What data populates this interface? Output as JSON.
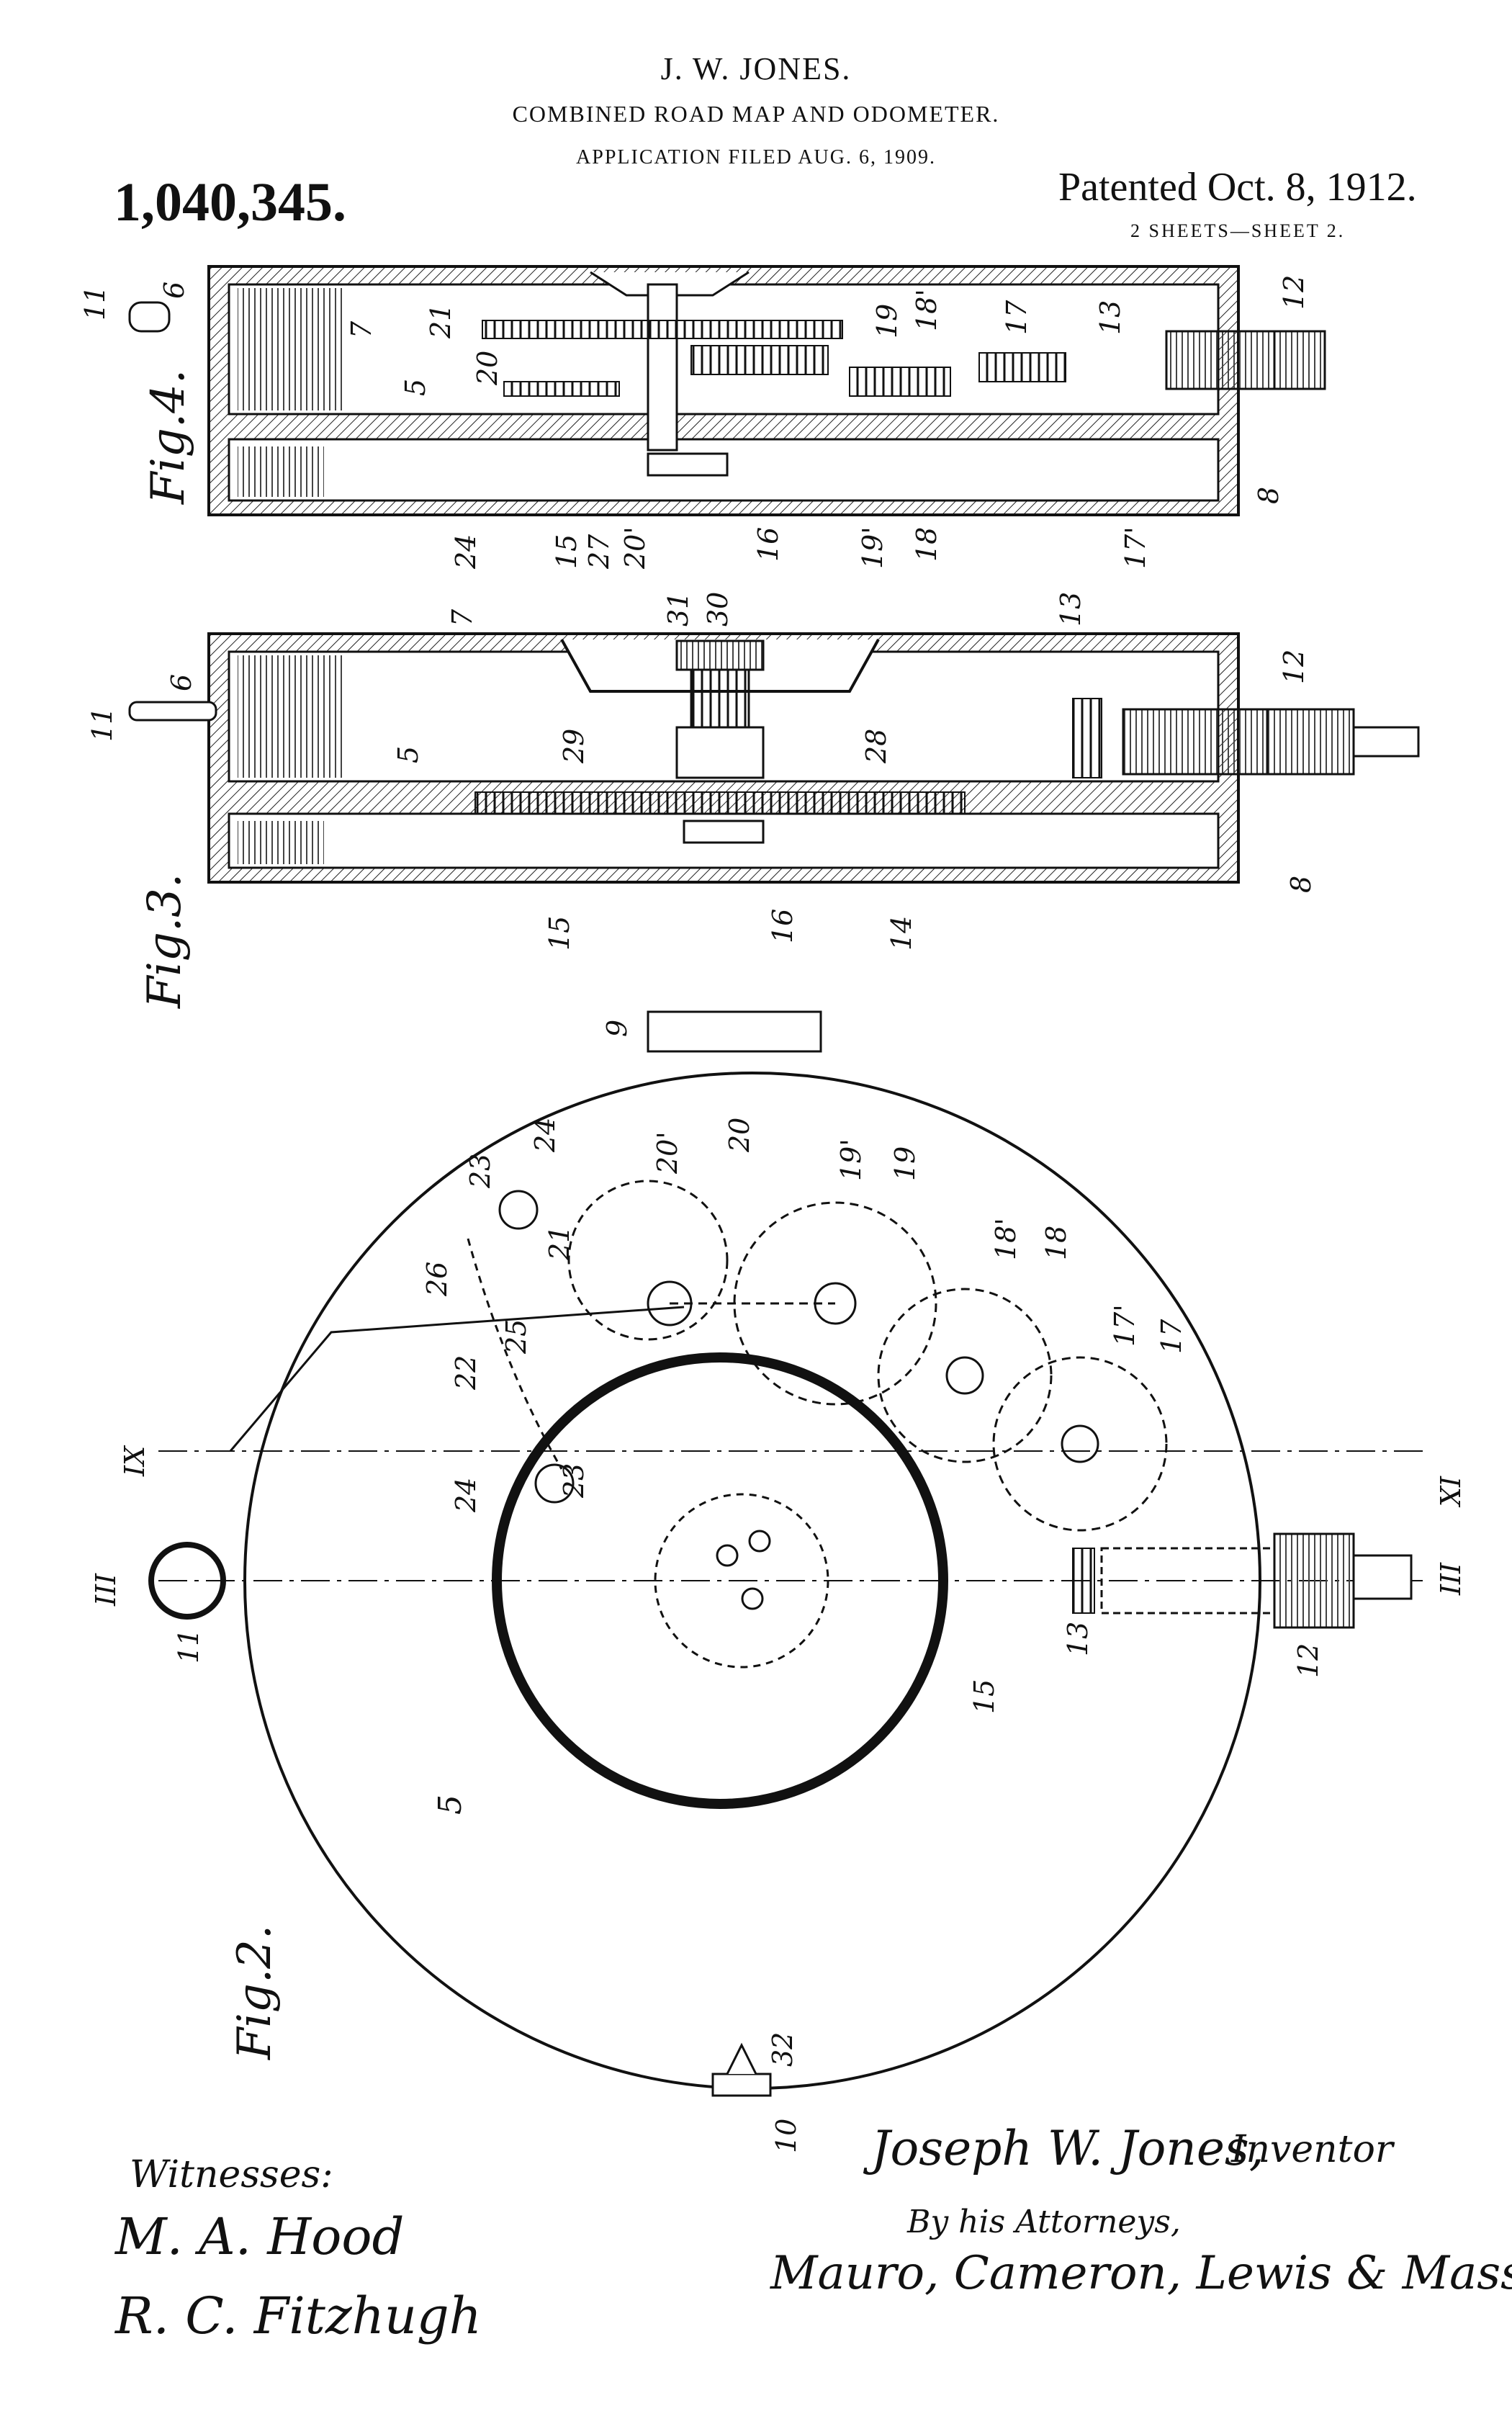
{
  "header": {
    "inventor": "J. W. JONES.",
    "title": "COMBINED ROAD MAP AND ODOMETER.",
    "filed": "APPLICATION FILED AUG. 6, 1909.",
    "patent_number": "1,040,345.",
    "patented": "Patented Oct. 8, 1912.",
    "sheets": "2 SHEETS—SHEET 2."
  },
  "figures": {
    "fig4": "Fig.4.",
    "fig3": "Fig.3.",
    "fig2": "Fig.2."
  },
  "labels": {
    "fig4": [
      "11",
      "6",
      "7",
      "21",
      "20",
      "5",
      "24",
      "15",
      "27",
      "20'",
      "16",
      "19'",
      "18",
      "17'",
      "8",
      "12",
      "13",
      "17",
      "19",
      "18'"
    ],
    "fig3": [
      "7",
      "31",
      "30",
      "13",
      "12",
      "11",
      "6",
      "29",
      "28",
      "5",
      "15",
      "16",
      "14",
      "8"
    ],
    "fig2": [
      "9",
      "24",
      "23",
      "20'",
      "20",
      "19'",
      "19",
      "18'",
      "18",
      "17'",
      "17",
      "26",
      "21",
      "22",
      "25",
      "24",
      "23",
      "IX",
      "IX",
      "III",
      "III",
      "11",
      "13",
      "12",
      "15",
      "5",
      "32",
      "10"
    ]
  },
  "signatures": {
    "witnesses_label": "Witnesses:",
    "witness_1": "M. A. Hood",
    "witness_2": "R. C. Fitzhugh",
    "inventor_signature": "Joseph W. Jones,",
    "inventor_label": "Inventor",
    "attorneys_label": "By his Attorneys,",
    "attorneys_signature": "Mauro, Cameron, Lewis & Massie"
  }
}
